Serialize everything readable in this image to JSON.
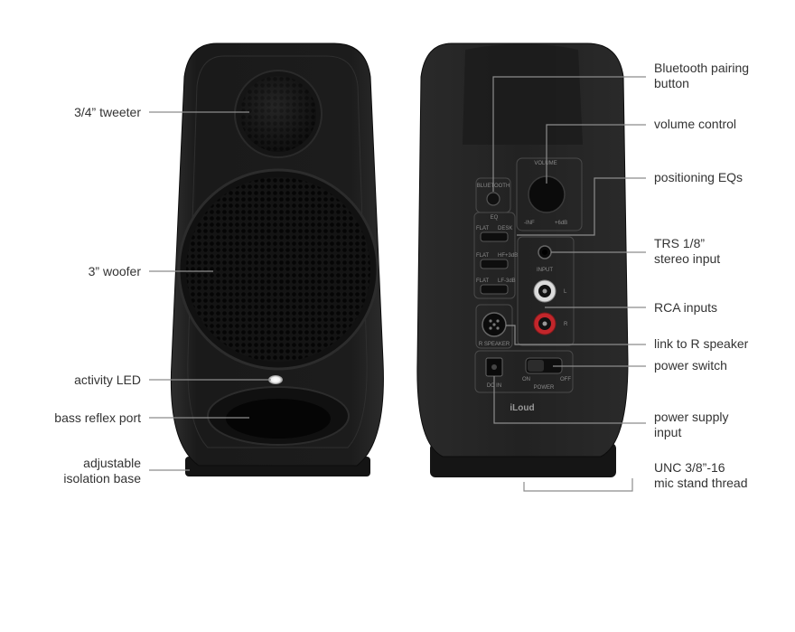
{
  "callouts_left": [
    {
      "id": "tweeter",
      "text": "3/4” tweeter"
    },
    {
      "id": "woofer",
      "text": "3” woofer"
    },
    {
      "id": "activity-led",
      "text": "activity LED"
    },
    {
      "id": "bass-reflex",
      "text": "bass reflex port"
    },
    {
      "id": "isolation-base",
      "text": "adjustable\nisolation base"
    }
  ],
  "callouts_right": [
    {
      "id": "bluetooth-pairing",
      "text": "Bluetooth pairing\nbutton"
    },
    {
      "id": "volume-control",
      "text": "volume control"
    },
    {
      "id": "positioning-eqs",
      "text": "positioning EQs"
    },
    {
      "id": "trs-input",
      "text": "TRS 1/8”\nstereo input"
    },
    {
      "id": "rca-inputs",
      "text": "RCA inputs"
    },
    {
      "id": "link-r-speaker",
      "text": "link to R speaker"
    },
    {
      "id": "power-switch",
      "text": "power switch"
    },
    {
      "id": "power-supply",
      "text": "power supply\ninput"
    },
    {
      "id": "mic-stand-thread",
      "text": "UNC 3/8”-16\nmic stand thread"
    }
  ],
  "panel": {
    "bluetooth": "BLUETOOTH",
    "volume": "VOLUME",
    "vol_min": "-INF",
    "vol_max": "+6dB",
    "eq": "EQ",
    "eq_rows": [
      {
        "left": "FLAT",
        "right": "DESK"
      },
      {
        "left": "FLAT",
        "right": "HF+3dB"
      },
      {
        "left": "FLAT",
        "right": "LF-3dB"
      }
    ],
    "input": "INPUT",
    "rca_left": "L",
    "rca_right": "R",
    "r_speaker": "R SPEAKER",
    "dc_in": "DC IN",
    "power": "POWER",
    "on": "ON",
    "off": "OFF",
    "brand": "iLoud"
  },
  "colors": {
    "body": "#1b1b1b",
    "leader": "#8c8c8c",
    "label": "#333333"
  }
}
